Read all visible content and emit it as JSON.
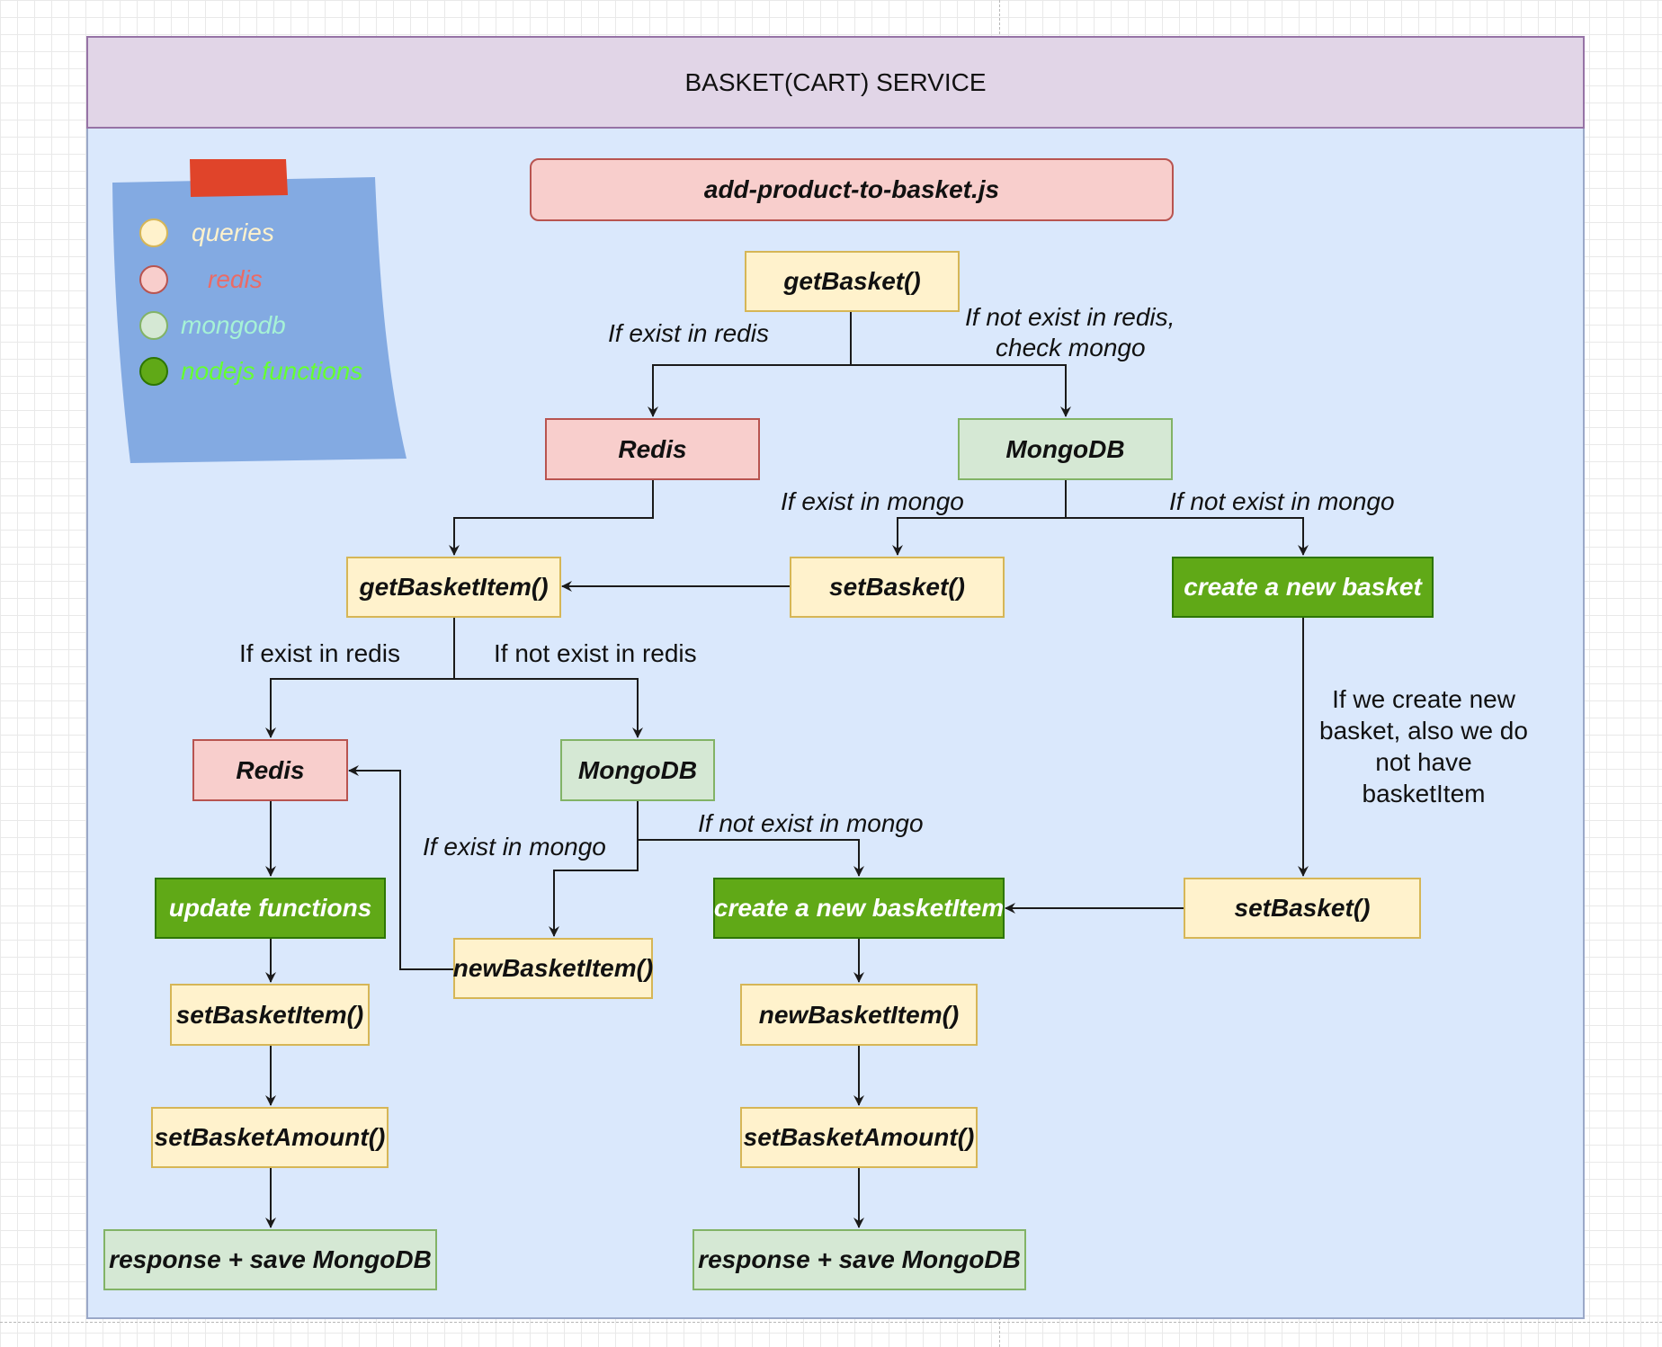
{
  "container": {
    "title": "BASKET(CART) SERVICE"
  },
  "legend": {
    "items": [
      {
        "label": "queries",
        "color": "#fff2cc",
        "text_color": "#fff2cc"
      },
      {
        "label": "redis",
        "color": "#f8cecc",
        "text_color": "#ea6b66"
      },
      {
        "label": "mongodb",
        "color": "#d5e8d4",
        "text_color": "#a6f2d6"
      },
      {
        "label": "nodejs functions",
        "color": "#60a917",
        "text_color": "#66ff33"
      }
    ],
    "note_color": "#7ea6e0",
    "pin_color": "#e0442a"
  },
  "colors": {
    "queries_fill": "#fff2cc",
    "redis_fill": "#f8cecc",
    "mongodb_fill": "#d5e8d4",
    "functions_fill": "#60a917",
    "container_fill": "#dae8fc",
    "header_fill": "#e1d5e7"
  },
  "nodes": {
    "file": "add-product-to-basket.js",
    "get_basket": "getBasket()",
    "redis_1": "Redis",
    "mongodb_1": "MongoDB",
    "get_basket_item": "getBasketItem()",
    "set_basket_1": "setBasket()",
    "create_new_basket": "create a new basket",
    "redis_2": "Redis",
    "mongodb_2": "MongoDB",
    "update_functions": "update functions",
    "new_basket_item_1": "newBasketItem()",
    "create_new_basket_item": "create a new basketItem",
    "set_basket_2": "setBasket()",
    "set_basket_item": "setBasketItem()",
    "new_basket_item_2": "newBasketItem()",
    "set_basket_amount_1": "setBasketAmount()",
    "set_basket_amount_2": "setBasketAmount()",
    "response_1": "response + save MongoDB",
    "response_2": "response + save MongoDB"
  },
  "edge_labels": {
    "exist_in_redis_1": "If exist in redis",
    "not_exist_in_redis_1_line1": "If not exist in redis,",
    "not_exist_in_redis_1_line2": "check mongo",
    "exist_in_mongo_1": "If exist in mongo",
    "not_exist_in_mongo_1": "If not exist in mongo",
    "exist_in_redis_2": "If exist in redis",
    "not_exist_in_redis_2": "If not exist in redis",
    "exist_in_mongo_2": "If exist in mongo",
    "not_exist_in_mongo_2": "If not exist in mongo",
    "new_basket_note_line1": "If we create new",
    "new_basket_note_line2": "basket, also we do",
    "new_basket_note_line3": "not have",
    "new_basket_note_line4": "basketItem"
  }
}
